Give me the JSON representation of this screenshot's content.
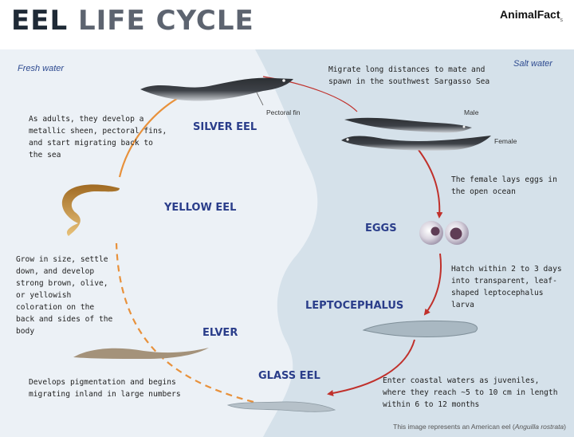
{
  "title": {
    "part1": "EEL",
    "part2": "LIFE CYCLE"
  },
  "brand": {
    "name": "AnimalFact",
    "suffix": "s"
  },
  "zones": {
    "fresh": "Fresh water",
    "salt": "Salt water"
  },
  "stages": {
    "silver": "SILVER EEL",
    "yellow": "YELLOW EEL",
    "eggs": "EGGS",
    "leptocephalus": "LEPTOCEPHALUS",
    "elver": "ELVER",
    "glass": "GLASS EEL"
  },
  "descriptions": {
    "silver": "As adults, they develop a metallic sheen, pectoral fins, and start migrating back to the sea",
    "migrate": "Migrate long distances to mate and spawn in the southwest Sargasso Sea",
    "eggs": "The female lays eggs in the open ocean",
    "hatch": "Hatch within 2 to 3 days into transparent, leaf-shaped leptocephalus larva",
    "glass": "Enter coastal waters as juveniles, where they reach ~5 to 10 cm in length within 6 to 12 months",
    "yellow": "Grow in size, settle down, and develop strong brown, olive, or yellowish coloration on the back and sides of the body",
    "elver": "Develops pigmentation and begins migrating inland in large numbers"
  },
  "labels": {
    "pectoral": "Pectoral fin",
    "male": "Male",
    "female": "Female"
  },
  "footnote": {
    "prefix": "This image represents an American eel (",
    "species": "Anguilla rostrata",
    "suffix": ")"
  },
  "colors": {
    "fresh_bg": "#ecf1f6",
    "salt_bg": "#d5e1ea",
    "stage_text": "#2a3d8a",
    "arrow_fresh": "#e8913b",
    "arrow_salt": "#c0302b"
  }
}
